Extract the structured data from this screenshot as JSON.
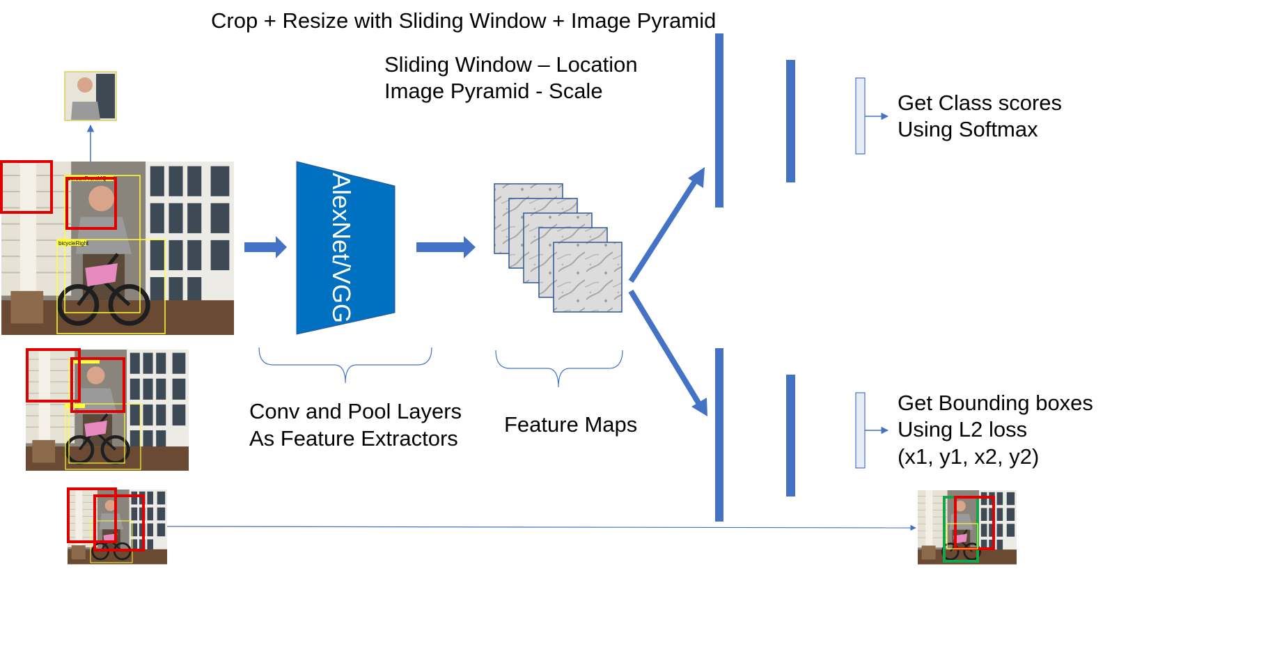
{
  "title": "Crop + Resize with Sliding Window + Image Pyramid",
  "subtitle_lines": [
    "Sliding Window – Location",
    "Image Pyramid - Scale"
  ],
  "network_label": "AlexNet/VGG",
  "feature_extractor_caption": [
    "Conv and Pool Layers",
    "As Feature Extractors"
  ],
  "feature_maps_caption": "Feature Maps",
  "class_output_lines": [
    "Get Class scores",
    "Using Softmax"
  ],
  "bbox_output_lines": [
    "Get Bounding boxes",
    "Using L2 loss",
    "(x1, y1, x2, y2)"
  ],
  "photo_annotations": {
    "person_label": "personFrontMQ",
    "bicycle_label": "bicycleRight"
  },
  "colors": {
    "network_blue": "#0070c0",
    "arrow_blue": "#4472c4",
    "window_red": "#e00000",
    "annotation_yellow": "#ffff33",
    "detection_green": "#16a34a",
    "output_vector_fill": "#e8edf5",
    "output_vector_stroke": "#4472c4"
  }
}
